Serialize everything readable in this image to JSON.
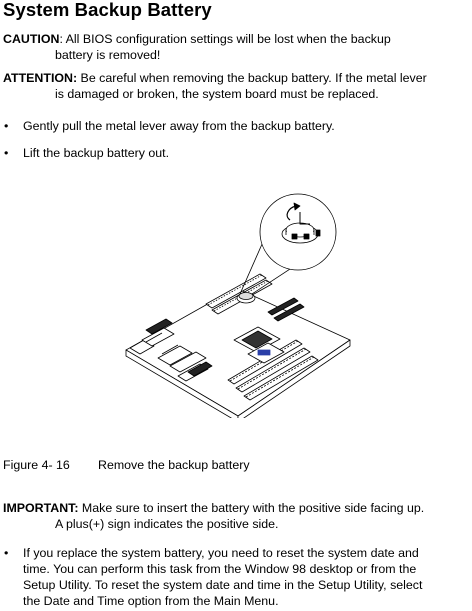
{
  "title": "System Backup Battery",
  "caution": {
    "label": "CAUTION",
    "line1": ": All BIOS configuration settings will be lost when the backup",
    "line2": "battery is removed!"
  },
  "attention": {
    "label": "ATTENTION:",
    "line1": " Be careful when removing the backup battery.  If the metal lever",
    "line2": "is damaged or broken, the system board must be replaced."
  },
  "steps": [
    "Gently pull the metal lever away from the backup battery.",
    "Lift the backup battery out."
  ],
  "figure": {
    "number": "Figure 4- 16",
    "caption": "Remove the backup battery"
  },
  "important": {
    "label": "IMPORTANT:",
    "line1": "  Make sure to insert the battery with the positive side facing up.",
    "line2": "A plus(+) sign indicates the positive side."
  },
  "notes": [
    {
      "lines": [
        "If you replace the system battery, you need to reset the system date and",
        "time.  You can perform this task from the Window 98 desktop or from the",
        "Setup Utility.  To reset the system date and time in the Setup Utility, select",
        "the Date and Time option from the Main Menu."
      ]
    }
  ],
  "bullet_char": "•"
}
